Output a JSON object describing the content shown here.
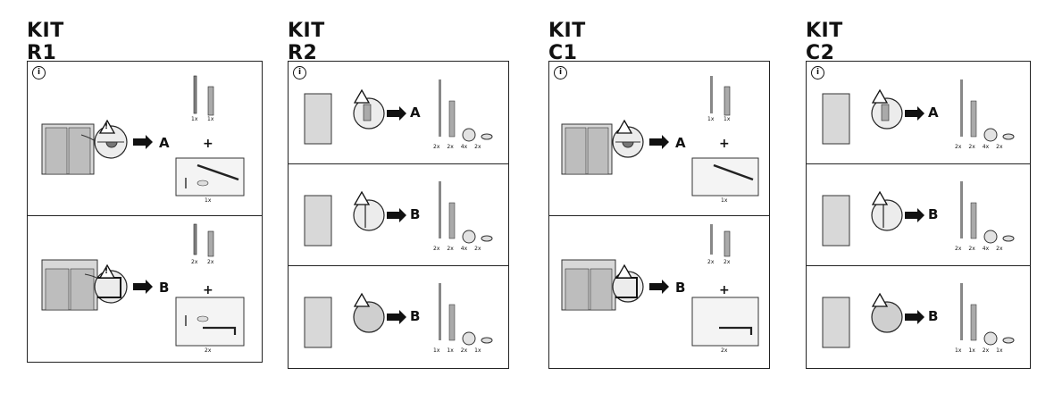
{
  "kits": [
    {
      "title": "KIT R1",
      "info_symbol": "i",
      "rows": [
        {
          "label": "A",
          "plus": "+",
          "qty_top": [
            "1x",
            "1x"
          ],
          "qty_box": "1x"
        },
        {
          "label": "B",
          "plus": "+",
          "qty_top": [
            "2x",
            "2x"
          ],
          "qty_box": "2x"
        }
      ]
    },
    {
      "title": "KIT R2",
      "info_symbol": "i",
      "rows": [
        {
          "label": "A",
          "qty": [
            "2x",
            "2x",
            "4x",
            "2x"
          ]
        },
        {
          "label": "B",
          "qty": [
            "2x",
            "2x",
            "4x",
            "2x"
          ]
        },
        {
          "label": "B",
          "qty": [
            "1x",
            "1x",
            "2x",
            "1x"
          ]
        }
      ]
    },
    {
      "title": "KIT C1",
      "info_symbol": "i",
      "rows": [
        {
          "label": "A",
          "plus": "+",
          "qty_top": [
            "1x",
            "1x"
          ],
          "qty_box": "1x"
        },
        {
          "label": "B",
          "plus": "+",
          "qty_top": [
            "2x",
            "2x"
          ],
          "qty_box": "2x"
        }
      ]
    },
    {
      "title": "KIT C2",
      "info_symbol": "i",
      "rows": [
        {
          "label": "A",
          "qty": [
            "2x",
            "2x",
            "4x",
            "2x"
          ]
        },
        {
          "label": "B",
          "qty": [
            "2x",
            "2x",
            "4x",
            "2x"
          ]
        },
        {
          "label": "B",
          "qty": [
            "1x",
            "1x",
            "2x",
            "1x"
          ]
        }
      ]
    }
  ],
  "warning_symbol": "!"
}
